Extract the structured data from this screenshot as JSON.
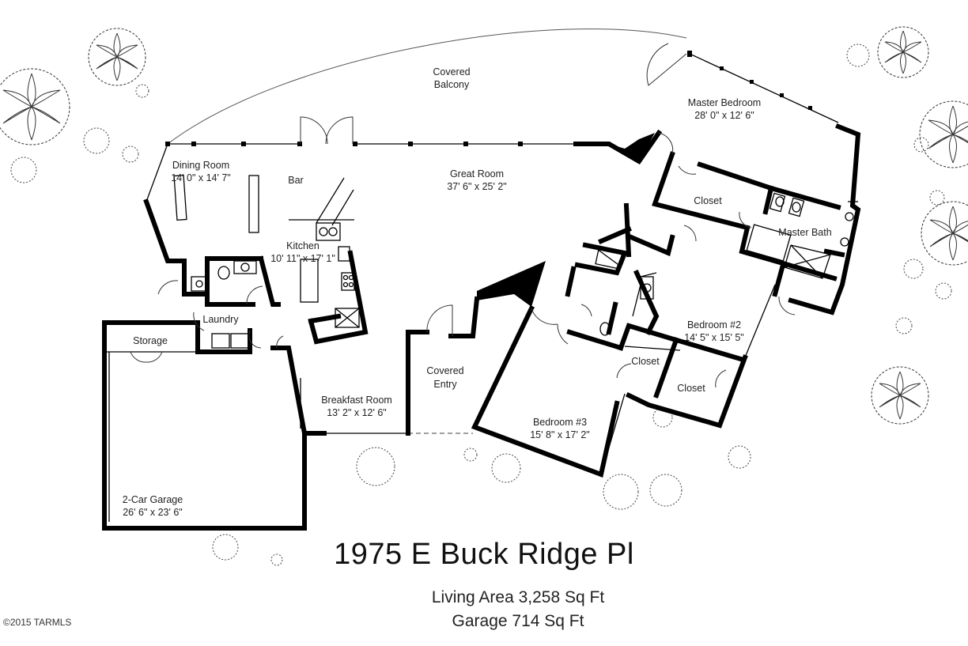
{
  "property": {
    "address": "1975 E Buck Ridge Pl",
    "living_area": "Living Area 3,258 Sq Ft",
    "garage_area": "Garage 714 Sq Ft",
    "copyright": "©2015 TARMLS"
  },
  "rooms": {
    "covered_balcony": {
      "line1": "Covered",
      "line2": "Balcony"
    },
    "master_bedroom": {
      "name": "Master Bedroom",
      "dims": "28' 0\" x 12' 6\""
    },
    "dining_room": {
      "name": "Dining Room",
      "dims": "14' 0\" x 14' 7\""
    },
    "bar": {
      "name": "Bar"
    },
    "great_room": {
      "name": "Great Room",
      "dims": "37' 6\" x 25' 2\""
    },
    "closet_master": {
      "name": "Closet"
    },
    "master_bath": {
      "name": "Master Bath"
    },
    "kitchen": {
      "name": "Kitchen",
      "dims": "10' 11\" x 17' 1\""
    },
    "laundry": {
      "name": "Laundry"
    },
    "storage": {
      "name": "Storage"
    },
    "bedroom_2": {
      "name": "Bedroom #2",
      "dims": "14' 5\" x 15' 5\""
    },
    "closet_a": {
      "name": "Closet"
    },
    "closet_b": {
      "name": "Closet"
    },
    "covered_entry": {
      "line1": "Covered",
      "line2": "Entry"
    },
    "breakfast_room": {
      "name": "Breakfast Room",
      "dims": "13' 2\" x 12' 6\""
    },
    "bedroom_3": {
      "name": "Bedroom #3",
      "dims": "15' 8\" x 17' 2\""
    },
    "garage": {
      "name": "2-Car Garage",
      "dims": "26' 6\" x 23' 6\""
    }
  }
}
